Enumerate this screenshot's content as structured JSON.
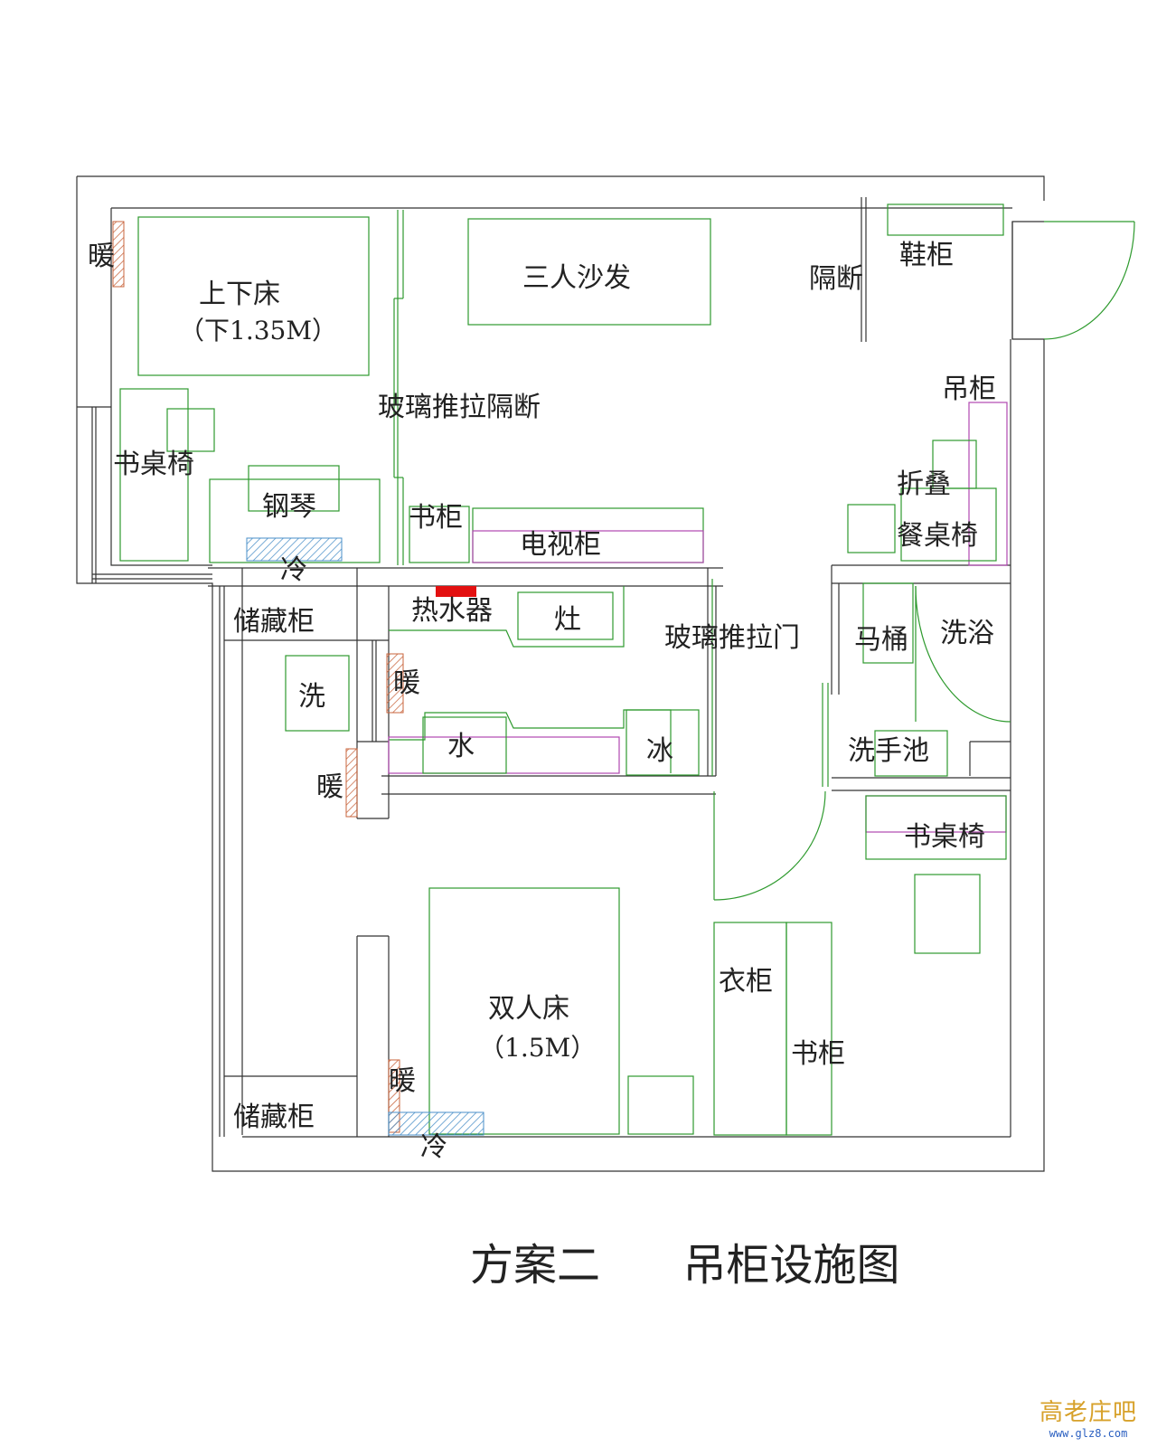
{
  "title": "方案二      吊柜设施图",
  "watermark": {
    "text": "高老庄吧",
    "url": "www.glz8.com"
  },
  "labels": {
    "heater": "暖",
    "bunk_bed": "上下床",
    "bunk_bed_size": "（下1.35M）",
    "sofa": "三人沙发",
    "partition": "隔断",
    "shoe_cabinet": "鞋柜",
    "glass_partition": "玻璃推拉隔断",
    "hanging_cabinet": "吊柜",
    "desk_chair": "书桌椅",
    "folding": "折叠",
    "dining_set": "餐桌椅",
    "piano": "钢琴",
    "bookcase": "书柜",
    "tv_cabinet": "电视柜",
    "cold": "冷",
    "storage": "储藏柜",
    "water_heater": "热水器",
    "stove": "灶",
    "glass_door": "玻璃推拉门",
    "toilet": "马桶",
    "shower": "洗浴",
    "washer": "洗",
    "sink": "水",
    "fridge": "冰",
    "basin": "洗手池",
    "double_bed": "双人床",
    "double_bed_size": "（1.5M）",
    "wardrobe": "衣柜"
  },
  "colors": {
    "furniture": "#2e9a2e",
    "cabinet": "#b048b0",
    "heater": "#c8643c",
    "cold": "#4a8fc8",
    "water_heater": "#e31010"
  }
}
